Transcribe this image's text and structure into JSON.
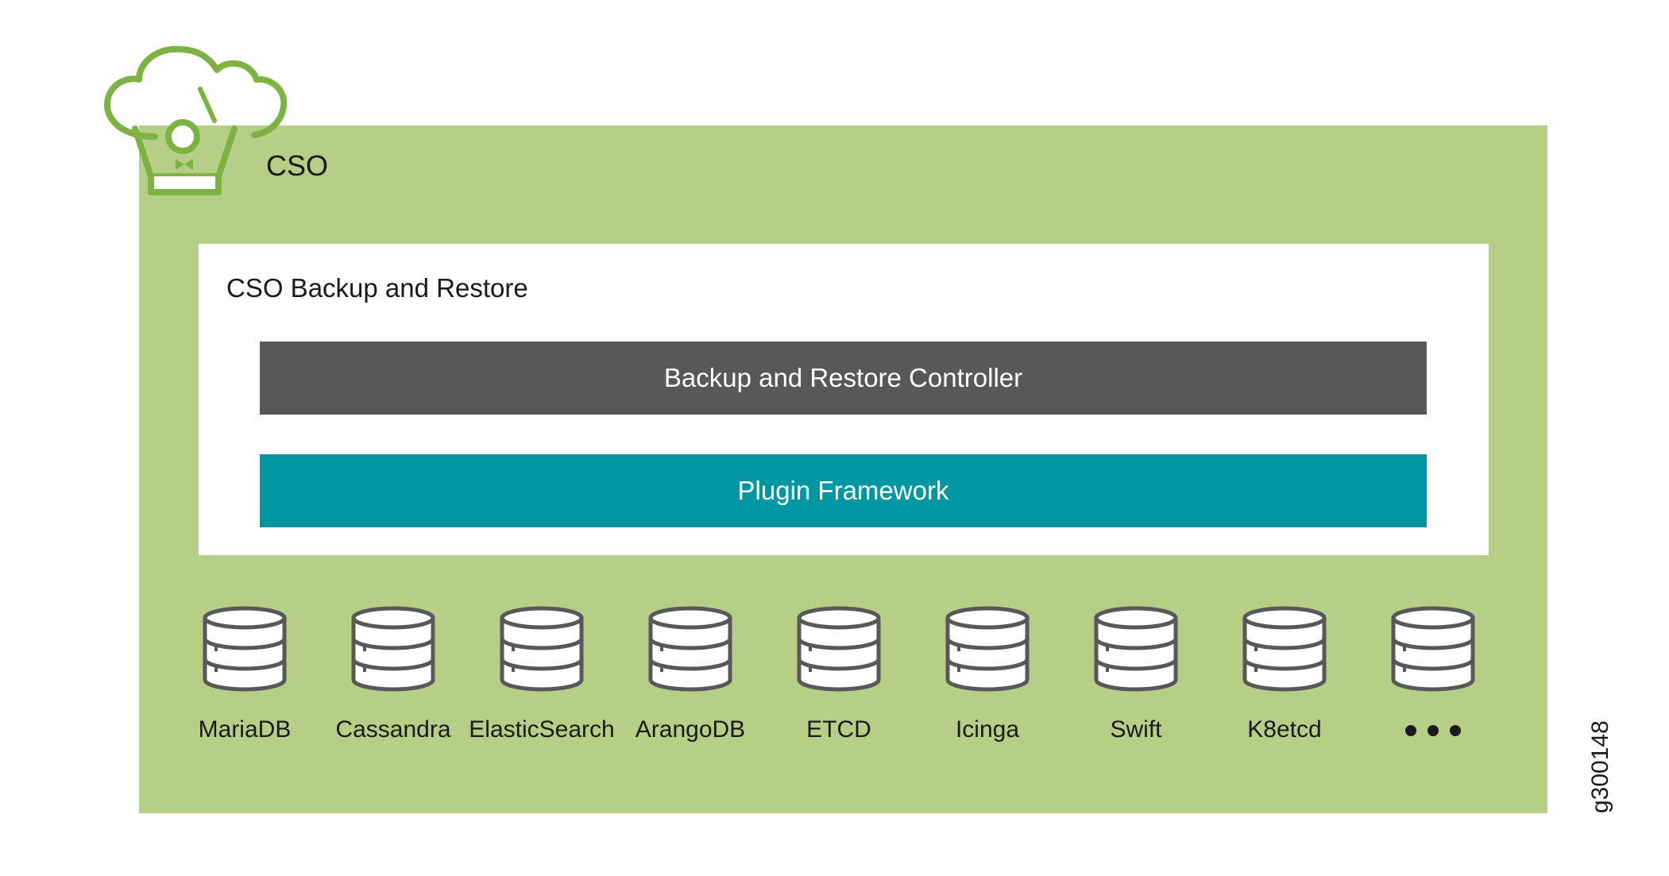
{
  "diagram": {
    "outer_label": "CSO",
    "inner_title": "CSO Backup and Restore",
    "controller_label": "Backup and Restore Controller",
    "plugin_label": "Plugin Framework",
    "databases": [
      "MariaDB",
      "Cassandra",
      "ElasticSearch",
      "ArangoDB",
      "ETCD",
      "Icinga",
      "Swift",
      "K8etcd"
    ],
    "more_indicator_icon": "ellipsis-icon",
    "figure_id": "g300148",
    "colors": {
      "outer_bg": "#b5cf87",
      "logo_stroke": "#7cb342",
      "controller_bg": "#58585a",
      "plugin_bg": "#0097a2",
      "db_stroke": "#58585a"
    }
  }
}
